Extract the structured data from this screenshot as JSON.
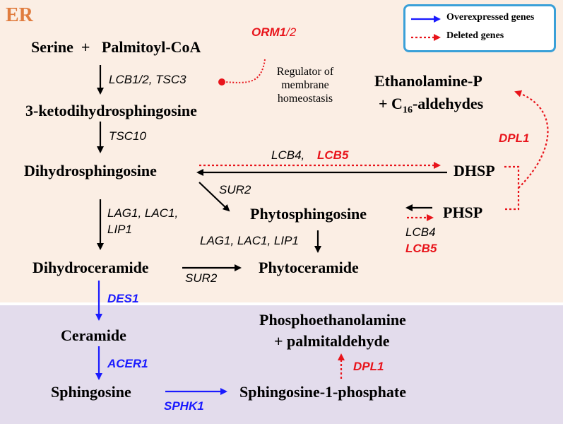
{
  "colors": {
    "er_background": "#fbeee4",
    "lower_background": "#e3dcec",
    "overexpressed": "#1a1aff",
    "deleted": "#e8141b",
    "legend_border": "#3aa0d8",
    "er_label": "#e07c3e"
  },
  "region": {
    "er_label": "ER"
  },
  "legend": {
    "overexpressed": "Overexpressed genes",
    "deleted": "Deleted genes"
  },
  "compounds": {
    "serine_palmitoyl": "Serine  +   Palmitoyl-CoA",
    "ketodihydrosphingosine": "3-ketodihydrosphingosine",
    "dihydrosphingosine": "Dihydrosphingosine",
    "dihydroceramide": "Dihydroceramide",
    "phytosphingosine": "Phytosphingosine",
    "phytoceramide": "Phytoceramide",
    "dhsp": "DHSP",
    "phsp": "PHSP",
    "ethanolamine_p": "Ethanolamine-P",
    "c16_prefix": "+ C",
    "c16_sub": "16",
    "c16_suffix": "-aldehydes",
    "ceramide": "Ceramide",
    "sphingosine": "Sphingosine",
    "s1p": "Sphingosine-1-phosphate",
    "phosphoethanolamine": "Phosphoethanolamine",
    "palmitaldehyde": "+ palmitaldehyde"
  },
  "genes": {
    "orm_red": "ORM1",
    "orm_black": "/2",
    "regulator": "Regulator of",
    "regulator2": "membrane",
    "regulator3": "homeostasis",
    "lcb_tsc3": "LCB1/2, TSC3",
    "tsc10": "TSC10",
    "lcb4_top": "LCB4,",
    "lcb5_top": "LCB5",
    "dpl1_top": "DPL1",
    "sur2_diag": "SUR2",
    "lag_left_1": "LAG1, LAC1,",
    "lag_left_2": "LIP1",
    "lag_mid": "LAG1, LAC1, LIP1",
    "lcb4_mid": "LCB4",
    "lcb5_mid": "LCB5",
    "sur2_bottom": "SUR2",
    "des1": "DES1",
    "acer1": "ACER1",
    "sphk1": "SPHK1",
    "dpl1_bottom": "DPL1"
  }
}
